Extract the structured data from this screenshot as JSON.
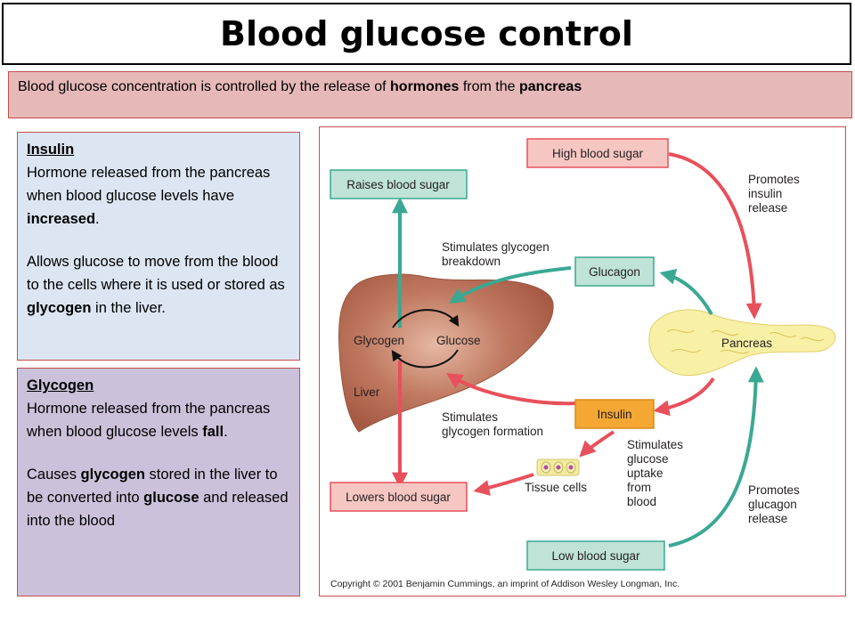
{
  "title": "Blood glucose control",
  "intro": {
    "text_1": "Blood glucose concentration  is controlled by the release of ",
    "bold_1": "hormones",
    "text_2": " from the ",
    "bold_2": "pancreas"
  },
  "insulin_panel": {
    "heading": "Insulin",
    "p1_text": "Hormone released from the pancreas when blood glucose levels have ",
    "p1_bold": "increased",
    "p1_end": ".",
    "p2_text": "Allows glucose to move from the blood to the cells where it is used or stored as ",
    "p2_bold": "glycogen",
    "p2_end": " in the liver."
  },
  "glycogen_panel": {
    "heading": "Glycogen",
    "p1_text": "Hormone released from the pancreas when blood glucose levels ",
    "p1_bold": "fall",
    "p1_end": ".",
    "p2_text_1": "Causes ",
    "p2_bold_1": "glycogen",
    "p2_text_2": " stored in the liver to be converted into ",
    "p2_bold_2": "glucose",
    "p2_text_3": " and released into the blood"
  },
  "diagram": {
    "high_blood_sugar": "High blood sugar",
    "raises_blood_sugar": "Raises blood sugar",
    "glucagon": "Glucagon",
    "insulin": "Insulin",
    "lowers_blood_sugar": "Lowers blood sugar",
    "low_blood_sugar": "Low blood sugar",
    "promotes_insulin_release": [
      "Promotes",
      "insulin",
      "release"
    ],
    "promotes_glucagon_release": [
      "Promotes",
      "glucagon",
      "release"
    ],
    "stimulates_glycogen_breakdown": [
      "Stimulates glycogen",
      "breakdown"
    ],
    "stimulates_glycogen_formation": [
      "Stimulates",
      "glycogen formation"
    ],
    "stimulates_glucose_uptake": [
      "Stimulates",
      "glucose",
      "uptake",
      "from",
      "blood"
    ],
    "glycogen_label": "Glycogen",
    "glucose_label": "Glucose",
    "liver_label": "Liver",
    "pancreas_label": "Pancreas",
    "tissue_cells_label": "Tissue cells",
    "copyright": "Copyright © 2001 Benjamin Cummings, an imprint of Addison Wesley Longman, Inc."
  },
  "colors": {
    "red_arrow": "#e8505b",
    "teal_arrow": "#3aa893",
    "red_box": "#f6c6c2",
    "teal_box": "#bfe3d6",
    "orange_box": "#f5a733",
    "liver": "#b5654c",
    "pancreas": "#f8f0a4"
  }
}
